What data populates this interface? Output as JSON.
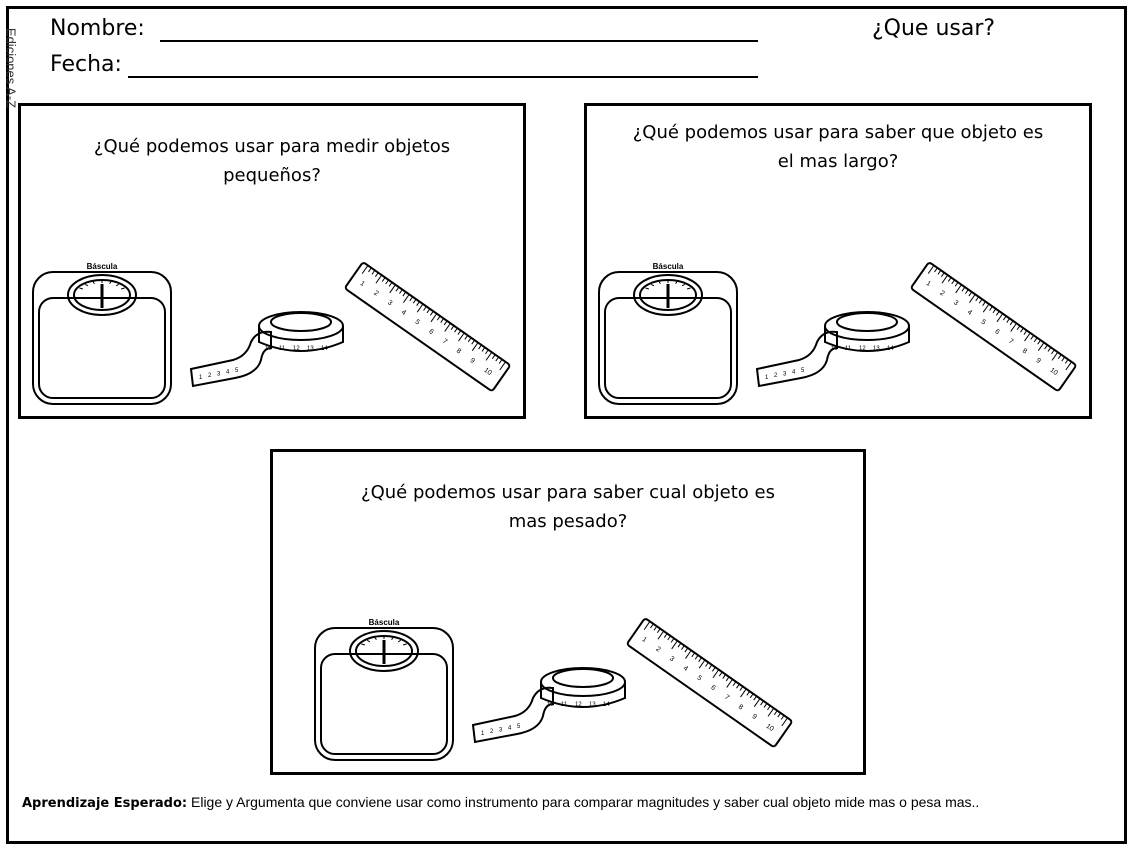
{
  "side_text": "Ediciones A-Z",
  "header": {
    "name_label": "Nombre:",
    "date_label": "Fecha:",
    "title": "¿Que usar?"
  },
  "panels": [
    {
      "question_line1": "¿Qué podemos usar para medir objetos",
      "question_line2": "pequeños?"
    },
    {
      "question_line1": "¿Qué podemos usar para saber que objeto es",
      "question_line2": "el mas largo?"
    },
    {
      "question_line1": "¿Qué podemos usar para saber cual objeto es",
      "question_line2": "mas pesado?"
    }
  ],
  "images": {
    "scale_label": "Báscula",
    "scale_icon": "bathroom-scale-icon",
    "tape_icon": "measuring-tape-icon",
    "ruler_icon": "ruler-icon",
    "tape_numbers": [
      "1",
      "2",
      "3",
      "4",
      "5",
      "10",
      "11",
      "12",
      "13",
      "14"
    ],
    "ruler_numbers": [
      "1",
      "2",
      "3",
      "4",
      "5",
      "6",
      "7",
      "8",
      "9",
      "10"
    ]
  },
  "footer": {
    "label": "Aprendizaje Esperado:",
    "text": " Elige y Argumenta que conviene usar como instrumento  para comparar magnitudes  y saber cual objeto mide mas o pesa mas.."
  }
}
